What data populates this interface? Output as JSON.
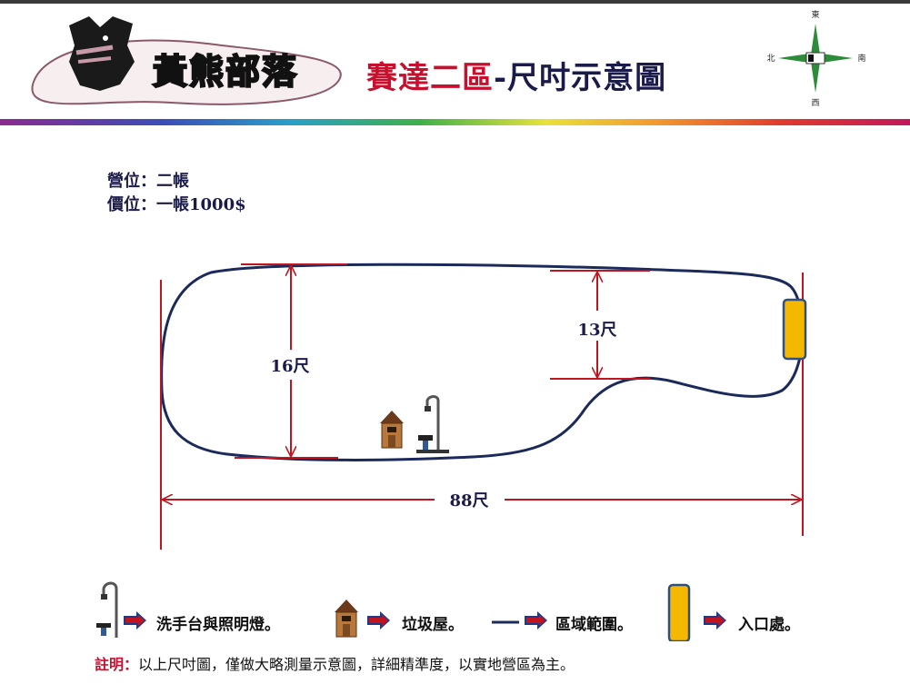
{
  "header": {
    "logo_text": "黃熊部落",
    "title_red": "賽達二區",
    "title_dark": "-尺吋示意圖",
    "compass": {
      "north": "北",
      "south": "南",
      "east": "東",
      "west": "西"
    }
  },
  "site_info": {
    "line1": "營位：二帳",
    "line2": "價位：一帳1000$"
  },
  "diagram": {
    "height_left_label": "16尺",
    "height_right_label": "13尺",
    "width_label": "88尺"
  },
  "legend": {
    "sink_light": "洗手台與照明燈。",
    "trash_house": "垃圾屋。",
    "boundary": "區域範圍。",
    "entrance": "入口處。"
  },
  "note": {
    "label": "註明：",
    "text": "以上尺吋圖，僅做大略測量示意圖，詳細精準度，以實地營區為主。"
  },
  "colors": {
    "accent_red": "#c8102e",
    "boundary_navy": "#1b2a5a",
    "entrance_yellow": "#f5b800",
    "dimension_red": "#c0141e"
  },
  "icons": [
    "bear-logo-icon",
    "compass-icon",
    "trash-house-icon",
    "lamp-post-icon",
    "arrow-right-icon",
    "entrance-marker-icon"
  ]
}
